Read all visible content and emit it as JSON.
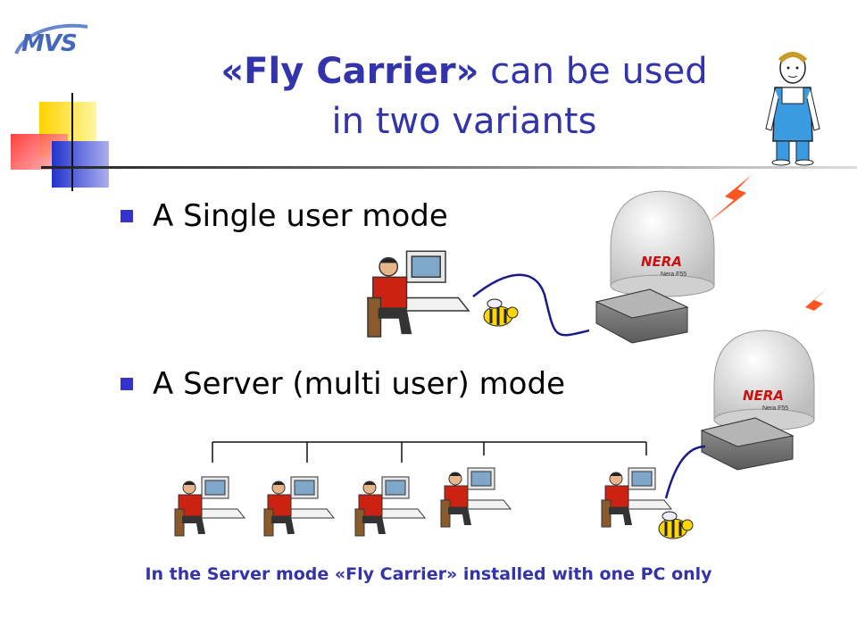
{
  "logo": {
    "text": "MVS"
  },
  "title": {
    "part1_bold": "«Fly Carrier»",
    "part1_rest": " can be used",
    "line2": "in two variants"
  },
  "bullets": [
    {
      "label": "A Single user mode"
    },
    {
      "label": "A Server (multi user) mode"
    }
  ],
  "antenna": {
    "brand": "NERA",
    "model": "Nera F55"
  },
  "footer": {
    "text": "In the Server mode «Fly Carrier» installed with one PC only"
  },
  "colors": {
    "title": "#3333aa",
    "bullet": "#3333cc",
    "lightning": "#ff5522",
    "shirt": "#cc2211",
    "cable": "#1a1a88"
  }
}
